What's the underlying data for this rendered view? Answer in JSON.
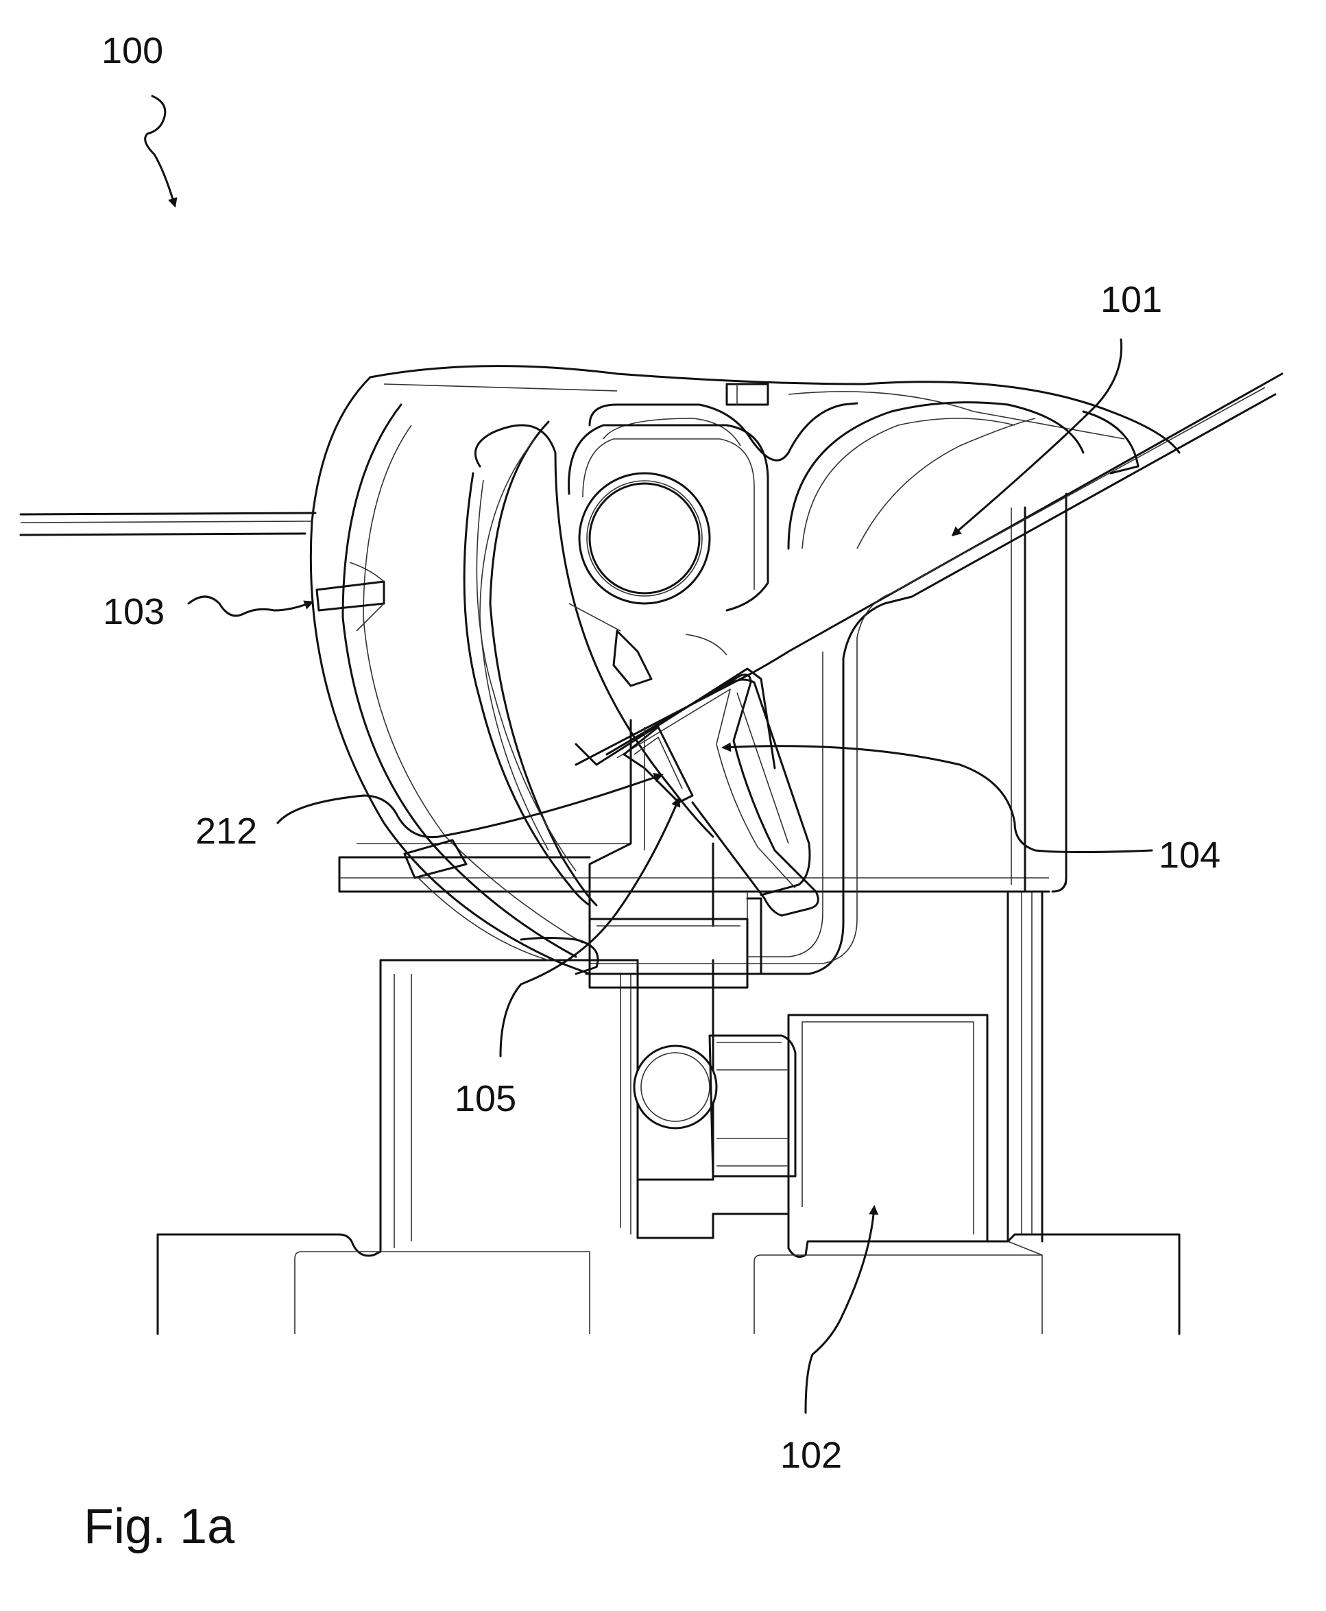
{
  "figure": {
    "caption": "Fig. 1a",
    "reference_numerals": {
      "assembly": "100",
      "first_part": "101",
      "second_part": "102",
      "arc_guide": "103",
      "latch": "104",
      "catch": "105",
      "contact": "212"
    }
  },
  "colors": {
    "line": "#111111",
    "background": "#ffffff"
  }
}
